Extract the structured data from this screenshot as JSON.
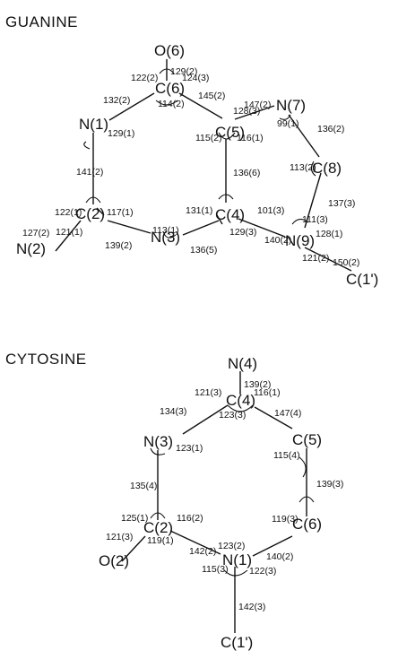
{
  "guanine": {
    "title": "GUANINE",
    "atoms": {
      "O6": "O(6)",
      "C6": "C(6)",
      "N1": "N(1)",
      "C5": "C(5)",
      "N7": "N(7)",
      "C2": "C(2)",
      "C8": "C(8)",
      "C4": "C(4)",
      "N2": "N(2)",
      "N3": "N(3)",
      "N9": "N(9)",
      "C1p": "C(1')"
    },
    "values": [
      "129(2)",
      "122(2)",
      "124(3)",
      "132(2)",
      "114(2)",
      "145(2)",
      "147(2)",
      "128(3)",
      "129(1)",
      "115(2)",
      "116(1)",
      "99(1)",
      "136(2)",
      "141(2)",
      "136(6)",
      "113(2)",
      "122(1)",
      "117(1)",
      "131(1)",
      "101(3)",
      "127(2)",
      "121(1)",
      "129(3)",
      "140(2)",
      "111(3)",
      "137(3)",
      "139(2)",
      "113(1)",
      "136(5)",
      "128(1)",
      "121(2)",
      "150(2)"
    ]
  },
  "cytosine": {
    "title": "CYTOSINE",
    "atoms": {
      "N4": "N(4)",
      "C4": "C(4)",
      "N3": "N(3)",
      "C5": "C(5)",
      "C2": "C(2)",
      "C6": "C(6)",
      "O2": "O(2)",
      "N1": "N(1)",
      "C1p": "C(1')"
    },
    "values": [
      "139(2)",
      "121(3)",
      "116(1)",
      "134(3)",
      "123(3)",
      "147(4)",
      "123(1)",
      "115(4)",
      "135(4)",
      "139(3)",
      "125(1)",
      "116(2)",
      "119(3)",
      "121(3)",
      "119(1)",
      "142(2)",
      "123(2)",
      "140(2)",
      "115(3)",
      "122(3)",
      "142(3)"
    ]
  }
}
